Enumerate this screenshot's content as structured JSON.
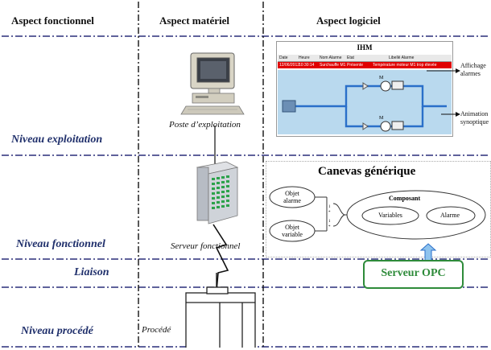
{
  "columns": {
    "fonctionnel": "Aspect fonctionnel",
    "materiel": "Aspect matériel",
    "logiciel": "Aspect logiciel"
  },
  "levels": {
    "exploitation": "Niveau exploitation",
    "fonctionnel": "Niveau fonctionnel",
    "liaison": "Liaison",
    "procede": "Niveau procédé"
  },
  "hardware": {
    "poste": "Poste d’exploitation",
    "serveur": "Serveur fonctionnel",
    "procede": "Procédé"
  },
  "ihm": {
    "title": "IHM",
    "table_headers": [
      "Date",
      "Heure",
      "Nom Alarme",
      "Etat",
      "Libellé Alarme"
    ],
    "alarm_row": [
      "12/06/2012",
      "10:30:14",
      "Surchauffe M1",
      "Présente",
      "Température moteur M1 trop élevée"
    ],
    "motor_label": "M",
    "affichage": [
      "Affichage",
      "alarmes"
    ],
    "animation": [
      "Animation",
      "synoptique"
    ]
  },
  "canevas": {
    "title": "Canevas générique",
    "objet_alarme": [
      "Objet",
      "alarme"
    ],
    "objet_variable": [
      "Objet",
      "variable"
    ],
    "composant": "Composant",
    "variables": "Variables",
    "alarme": "Alarme",
    "multiplicity": [
      "1",
      "*",
      "1",
      "*"
    ]
  },
  "opc": {
    "label": "Serveur OPC"
  },
  "colors": {
    "level_text": "#1f2f6b",
    "dash_line": "#2a2f7a",
    "opc_border": "#2e8b3a",
    "opc_text": "#2e8b3a",
    "arrow_fill": "#8ec3ee",
    "alarm_bar": "#e00000",
    "synoptic_bg": "#b9d9ee",
    "pipe": "#2a6fc9"
  }
}
